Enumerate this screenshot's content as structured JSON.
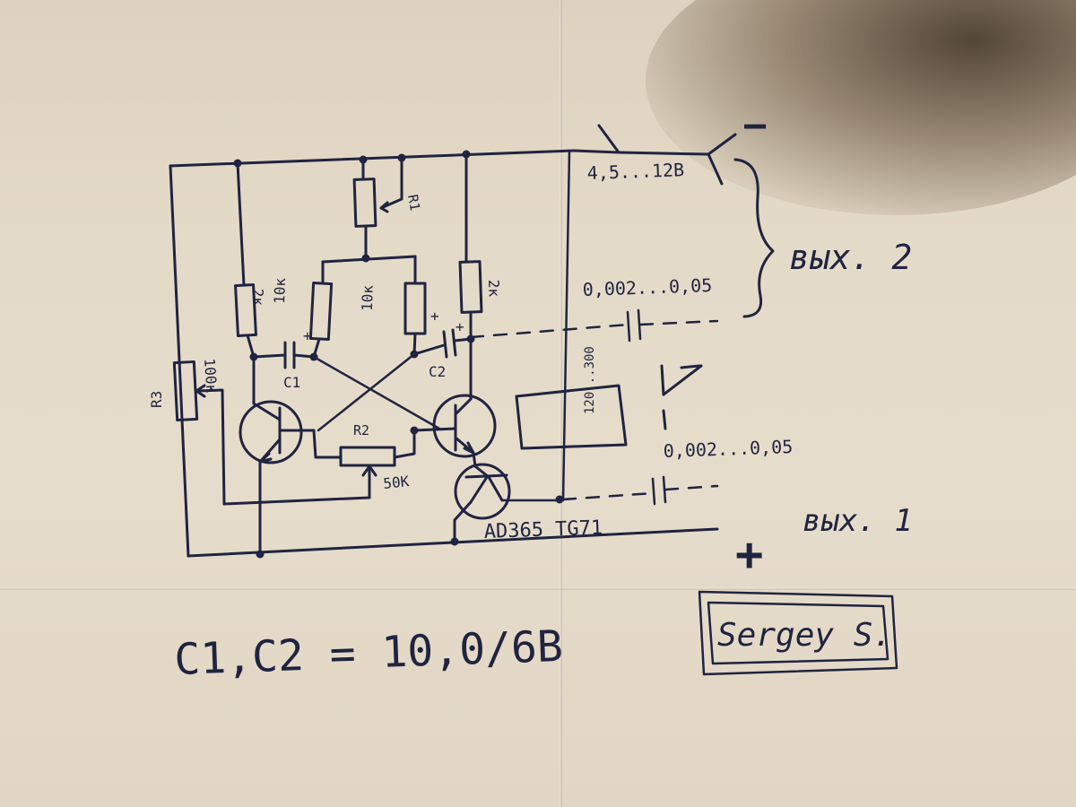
{
  "labels": {
    "supply": "4,5...12B",
    "minus": "—",
    "plus": "+",
    "out2": "вых. 2",
    "out1": "вых. 1",
    "cap_top": "0,002...0,05",
    "cap_bottom": "0,002...0,05",
    "r1": "R1",
    "r2": "R2",
    "r3": "R3",
    "r3_value": "100к",
    "r2_value": "50К",
    "r_left_collector": "2к",
    "r_left_base": "10к",
    "r_right_base": "10к",
    "r_right_collector": "2к",
    "c1": "C1",
    "c2": "C2",
    "cap_plus": "+",
    "relay_value": "120...300",
    "transistors": "AD365 TG71",
    "footnote": "C1,C2 = 10,0/6B",
    "signature": "Sergey S."
  },
  "colors": {
    "ink": "#1f2440",
    "paper": "#e4dac8"
  }
}
